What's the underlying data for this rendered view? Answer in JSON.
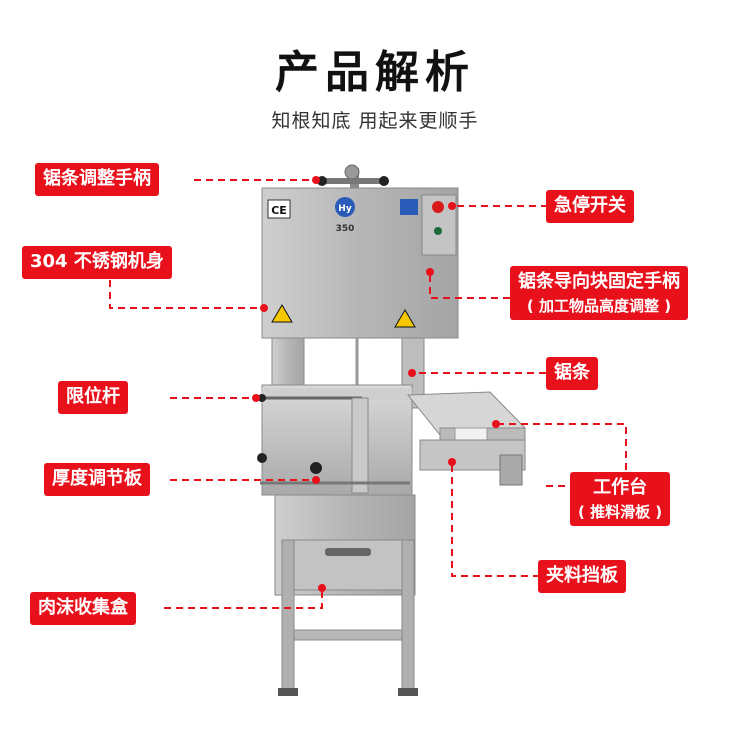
{
  "header": {
    "title": "产品解析",
    "subtitle": "知根知底  用起来更顺手"
  },
  "machine": {
    "ce_mark": "CE",
    "logo_text": "Hy",
    "model": "350"
  },
  "labels": {
    "blade_adjust_handle": "锯条调整手柄",
    "body_steel": "304 不锈钢机身",
    "limit_rod": "限位杆",
    "thickness_plate": "厚度调节板",
    "mince_box": "肉沫收集盒",
    "emergency_stop": "急停开关",
    "guide_handle": "锯条导向块固定手柄",
    "guide_handle_sub": "( 加工物品高度调整 )",
    "blade": "锯条",
    "worktable": "工作台",
    "worktable_sub": "( 推料滑板 )",
    "clamp_plate": "夹料挡板"
  },
  "colors": {
    "accent": "#e8101a",
    "steel": "#b8b8b8"
  }
}
